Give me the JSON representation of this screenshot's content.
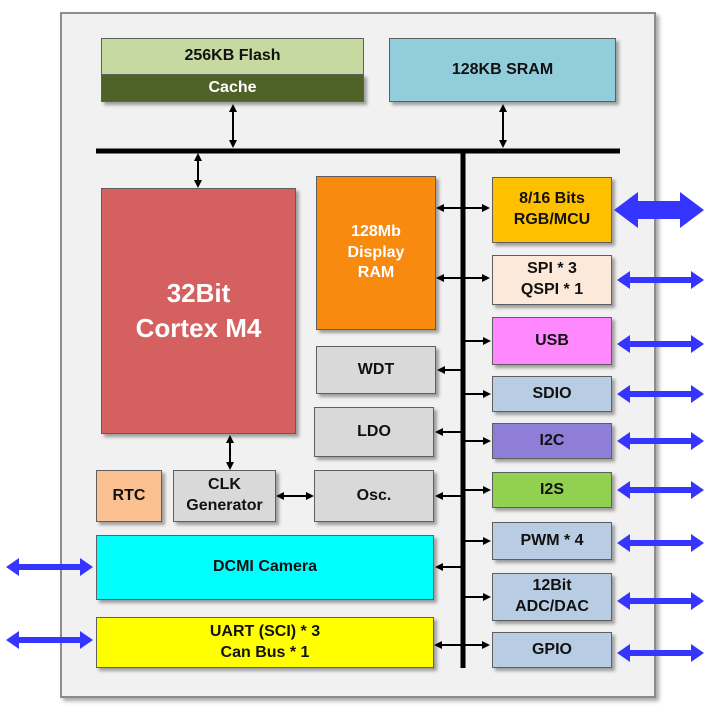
{
  "blocks": {
    "flash": "256KB Flash",
    "cache": "Cache",
    "sram": "128KB SRAM",
    "cpu": [
      "32Bit",
      "Cortex  M4"
    ],
    "display_ram": [
      "128Mb",
      "Display",
      "RAM"
    ],
    "wdt": "WDT",
    "ldo": "LDO",
    "rtc": "RTC",
    "clk": [
      "CLK",
      "Generator"
    ],
    "osc": "Osc.",
    "dcmi": "DCMI Camera",
    "uart": [
      "UART (SCI) * 3",
      "Can Bus * 1"
    ],
    "rgb": [
      "8/16 Bits",
      "RGB/MCU"
    ],
    "spi": [
      "SPI * 3",
      "QSPI * 1"
    ],
    "usb": "USB",
    "sdio": "SDIO",
    "i2c": "I2C",
    "i2s": "I2S",
    "pwm": "PWM * 4",
    "adc": [
      "12Bit",
      "ADC/DAC"
    ],
    "gpio": "GPIO"
  },
  "colors": {
    "flash": "#c5d9a0",
    "cache": "#4f6228",
    "sram": "#92cddc",
    "cpu": "#d46060",
    "display_ram": "#f88a10",
    "gray_block": "#d9d9d9",
    "rtc": "#fac08f",
    "dcmi": "#00ffff",
    "uart": "#ffff00",
    "rgb": "#ffc000",
    "spi": "#fde9d9",
    "usb": "#ff88ff",
    "sdio": "#b8cce4",
    "i2c": "#8e7ed8",
    "i2s": "#92d050",
    "io_arrow": "#3535ff"
  }
}
